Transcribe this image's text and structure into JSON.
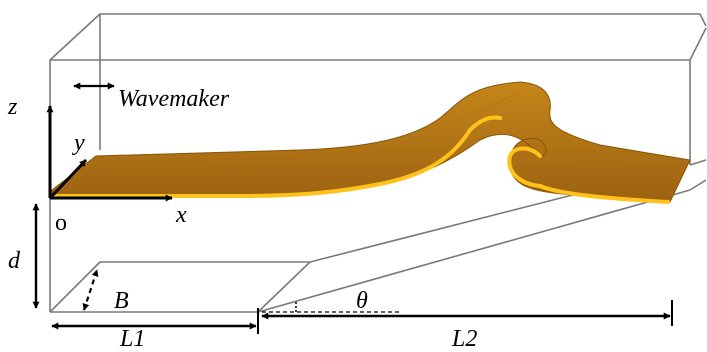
{
  "labels": {
    "z": "z",
    "y": "y",
    "x": "x",
    "origin": "o",
    "wavemaker": "Wavemaker",
    "d": "d",
    "B": "B",
    "theta": "θ",
    "L1": "L1",
    "L2": "L2"
  },
  "colors": {
    "tank_edge": "#7a7a7a",
    "axis": "#000000",
    "wave_fill": "#b8770e",
    "wave_dark": "#8a5508",
    "wave_rim": "#ffc21a"
  }
}
